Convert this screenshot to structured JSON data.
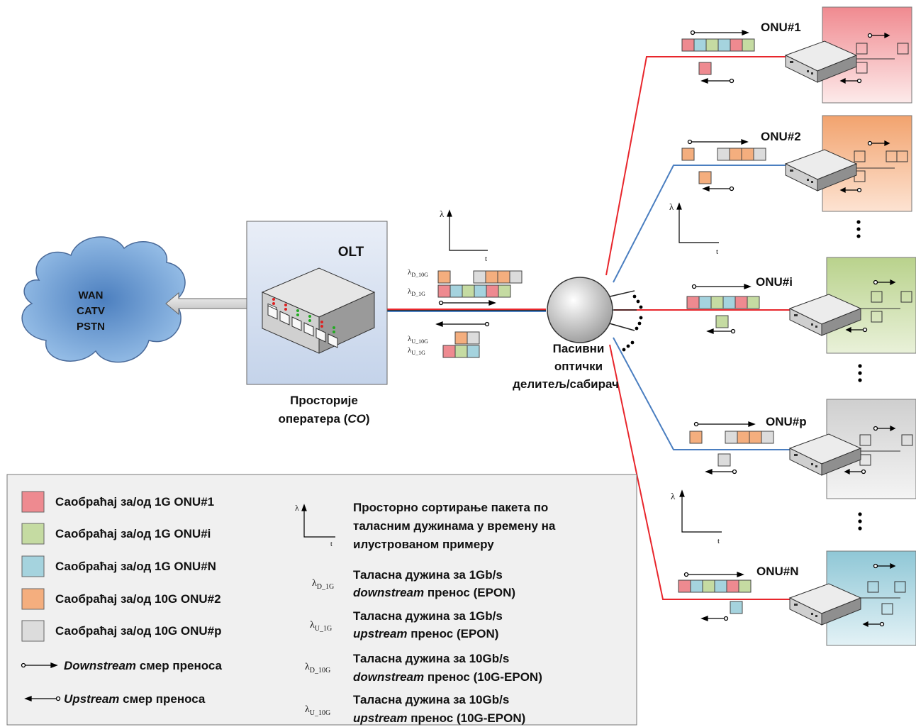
{
  "colors": {
    "onu1": "#ee8a90",
    "onui": "#c5dba2",
    "onuN": "#a5d3de",
    "onu2": "#f4ae7e",
    "onup": "#dcdcdc",
    "red_fiber": "#e8262c",
    "blue_fiber": "#4a7ec0",
    "legend_bg": "#f0f0f0",
    "co_bg": "#cfdcee"
  },
  "cloud": {
    "line1": "WAN",
    "line2": "CATV",
    "line3": "PSTN"
  },
  "olt": {
    "title": "OLT",
    "caption_line1": "Просторије",
    "caption_line2_prefix": "оператера (",
    "caption_line2_co": "CO",
    "caption_line2_suffix": ")"
  },
  "splitter": {
    "line1": "Пасивни",
    "line2": "оптички",
    "line3": "делитељ/сабирач"
  },
  "axes": {
    "lambda": "λ",
    "t": "t"
  },
  "wl_labels": {
    "d10": {
      "base": "λ",
      "sub": "D_10G"
    },
    "d1": {
      "base": "λ",
      "sub": "D_1G"
    },
    "u10": {
      "base": "λ",
      "sub": "U_10G"
    },
    "u1": {
      "base": "λ",
      "sub": "U_1G"
    }
  },
  "onus": [
    {
      "label": "ONU#1"
    },
    {
      "label": "ONU#2"
    },
    {
      "label": "ONU#i"
    },
    {
      "label": "ONU#p"
    },
    {
      "label": "ONU#N"
    }
  ],
  "legend": {
    "items": [
      {
        "text": "Саобраћај за/од 1G ONU#1",
        "color_key": "onu1"
      },
      {
        "text": "Саобраћај за/од 1G ONU#i",
        "color_key": "onui"
      },
      {
        "text": "Саобраћај за/од 1G ONU#N",
        "color_key": "onuN"
      },
      {
        "text": "Саобраћај за/од 10G ONU#2",
        "color_key": "onu2"
      },
      {
        "text": "Саобраћај за/од 10G ONU#p",
        "color_key": "onup"
      }
    ],
    "downstream": {
      "italic": "Downstream",
      "rest": " смер преноса"
    },
    "upstream": {
      "italic": "Upstream",
      "rest": " смер преноса"
    },
    "sorting_text": [
      "Просторно сортирање пакета по",
      "таласним дужинама у времену на",
      "илустрованом примеру"
    ],
    "wavelengths": [
      {
        "sym": "λ",
        "sub": "D_1G",
        "line1": "Таласна дужина за 1Gb/s",
        "line2_italic": "downstream",
        "line2_rest": " пренос (EPON)"
      },
      {
        "sym": "λ",
        "sub": "U_1G",
        "line1": "Таласна дужина за 1Gb/s",
        "line2_italic": "upstream",
        "line2_rest": " пренос (EPON)"
      },
      {
        "sym": "λ",
        "sub": "D_10G",
        "line1": "Таласна дужина за 10Gb/s",
        "line2_italic": "downstream",
        "line2_rest": " пренос (10G-EPON)"
      },
      {
        "sym": "λ",
        "sub": "U_10G",
        "line1": "Таласна дужина за 10Gb/s",
        "line2_italic": "upstream",
        "line2_rest": " пренос (10G-EPON)"
      }
    ]
  },
  "packets": {
    "olt_d10": [
      "onu2",
      "",
      "onup",
      "onu2",
      "onu2",
      "onup"
    ],
    "olt_d1": [
      "onu1",
      "onuN",
      "onui",
      "onuN",
      "onu1",
      "onui"
    ],
    "olt_u10": [
      "onu2",
      "onup"
    ],
    "olt_u1": [
      "onu1",
      "onui",
      "onuN"
    ],
    "onu1_down": [
      "onu1",
      "onuN",
      "onui",
      "onuN",
      "onu1",
      "onui"
    ],
    "onu1_up": [
      "onu1"
    ],
    "onu2_down": [
      "onu2",
      "",
      "onup",
      "onu2",
      "onu2",
      "onup"
    ],
    "onu2_up": [
      "onu2"
    ],
    "onui_down": [
      "onu1",
      "onuN",
      "onui",
      "onuN",
      "onu1",
      "onui"
    ],
    "onui_up": [
      "onui"
    ],
    "onup_down": [
      "onu2",
      "",
      "onup",
      "onu2",
      "onu2",
      "onup"
    ],
    "onup_up": [
      "onup"
    ],
    "onuN_down": [
      "onu1",
      "onuN",
      "onui",
      "onuN",
      "onu1",
      "onui"
    ],
    "onuN_up": [
      "onuN"
    ]
  }
}
